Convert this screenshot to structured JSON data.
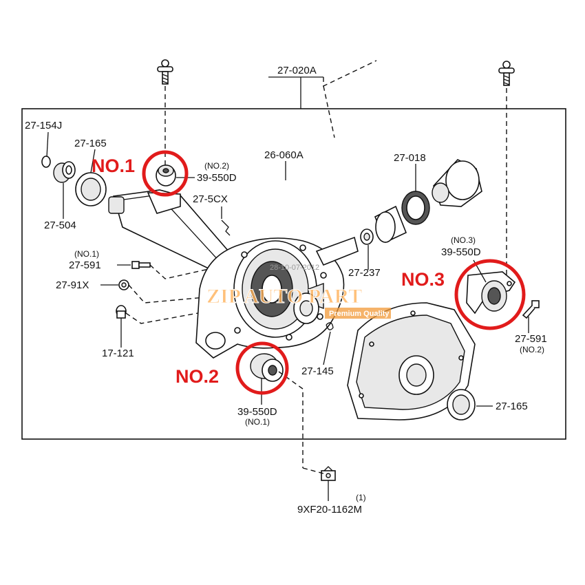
{
  "image": {
    "accent_color": "#e11b1b",
    "watermark_color": "#ffb15a"
  },
  "callouts": {
    "no1": "NO.1",
    "no2": "NO.2",
    "no3": "NO.3"
  },
  "watermark": {
    "brand": "ZIP AUTO PART",
    "tagline": "Premium Quality",
    "date_stamp": "28-10-07-2012"
  },
  "parts": {
    "p_27_020a": "27-020A",
    "p_27_154j": "27-154J",
    "p_27_165_top": "27-165",
    "p_27_504": "27-504",
    "p_39_550d_no2_tag": "(NO.2)",
    "p_39_550d_no2": "39-550D",
    "p_26_060a": "26-060A",
    "p_27_018": "27-018",
    "p_27_5cx": "27-5CX",
    "p_27_591_no1_tag": "(NO.1)",
    "p_27_591_no1": "27-591",
    "p_27_91x": "27-91X",
    "p_17_121": "17-121",
    "p_27_237": "27-237",
    "p_39_550d_no3_tag": "(NO.3)",
    "p_39_550d_no3": "39-550D",
    "p_27_591_no2": "27-591",
    "p_27_591_no2_tag": "(NO.2)",
    "p_27_145": "27-145",
    "p_39_550d_no1": "39-550D",
    "p_39_550d_no1_tag": "(NO.1)",
    "p_27_165_bottom": "27-165",
    "p_9xf20_qty": "(1)",
    "p_9xf20": "9XF20-1162M"
  }
}
